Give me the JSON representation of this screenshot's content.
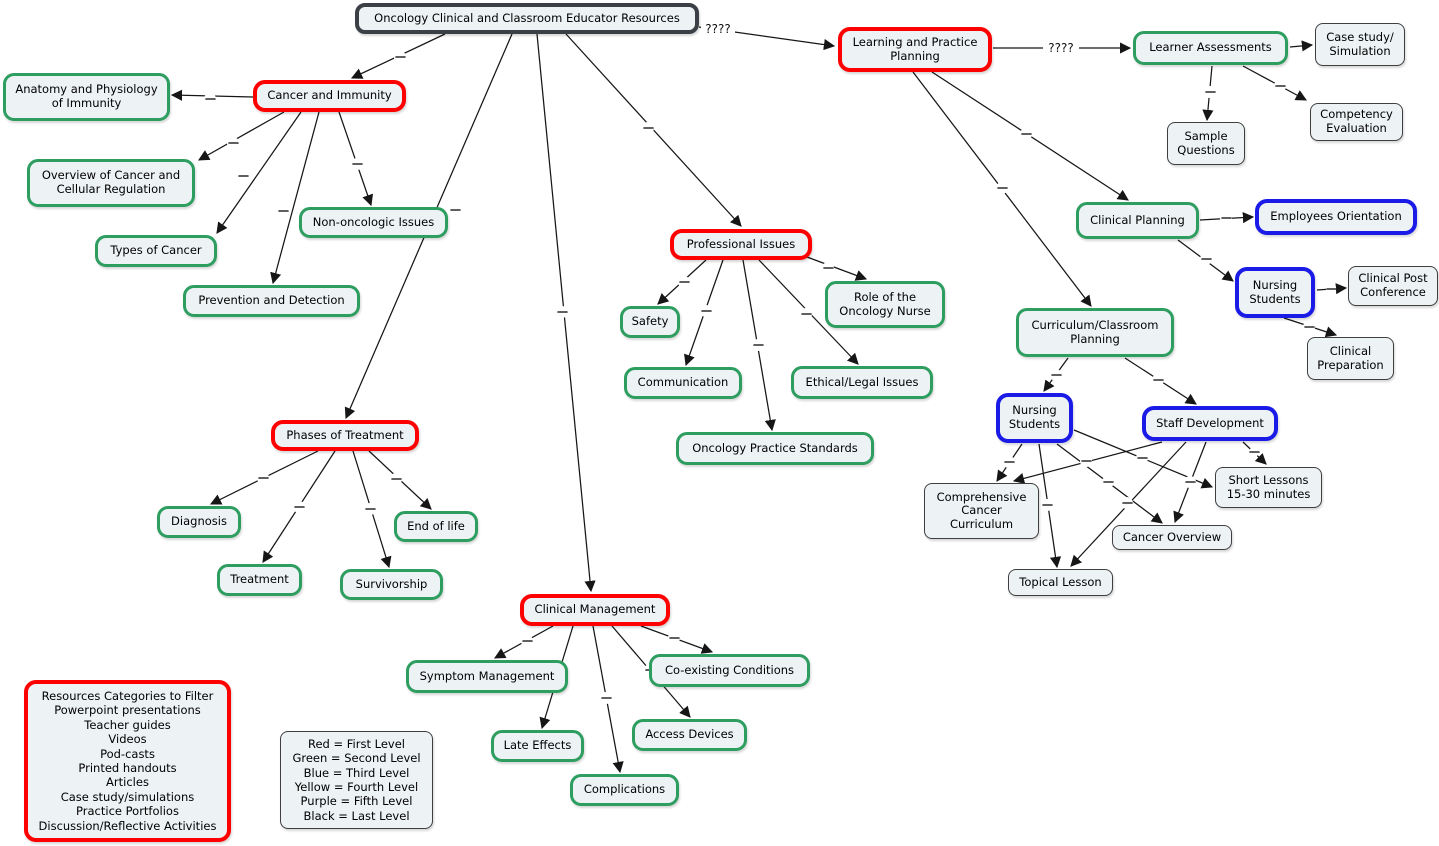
{
  "colors": {
    "node_fill": "#edf2f4",
    "first_level_border": "#ff0000",
    "second_level_border": "#2e9e60",
    "third_level_border": "#1b1be8",
    "root_border": "#3a4045",
    "plain_border": "#3f3f3f",
    "connector_line": "#161616"
  },
  "nodes": {
    "root": {
      "label": "Oncology Clinical and Classroom Educator Resources"
    },
    "learning_practice_planning": {
      "label": "Learning and Practice Planning"
    },
    "cancer_immunity": {
      "label": "Cancer and Immunity"
    },
    "professional_issues": {
      "label": "Professional Issues"
    },
    "phases_of_treatment": {
      "label": "Phases of Treatment"
    },
    "clinical_management": {
      "label": "Clinical Management"
    },
    "anatomy_physiology_immunity": {
      "label": "Anatomy and Physiology of Immunity"
    },
    "overview_cancer_cellular": {
      "label": "Overview of Cancer and Cellular Regulation"
    },
    "types_of_cancer": {
      "label": "Types of Cancer"
    },
    "non_oncologic_issues": {
      "label": "Non-oncologic Issues"
    },
    "prevention_detection": {
      "label": "Prevention and Detection"
    },
    "safety": {
      "label": "Safety"
    },
    "communication": {
      "label": "Communication"
    },
    "role_oncology_nurse": {
      "label": "Role of the Oncology Nurse"
    },
    "ethical_legal_issues": {
      "label": "Ethical/Legal Issues"
    },
    "oncology_practice_standards": {
      "label": "Oncology Practice Standards"
    },
    "learner_assessments": {
      "label": "Learner Assessments"
    },
    "case_study_simulation": {
      "label": "Case study/ Simulation"
    },
    "competency_evaluation": {
      "label": "Competency Evaluation"
    },
    "sample_questions": {
      "label": "Sample Questions"
    },
    "clinical_planning": {
      "label": "Clinical Planning"
    },
    "employees_orientation": {
      "label": "Employees Orientation"
    },
    "nursing_students_clinical": {
      "label": "Nursing Students"
    },
    "clinical_post_conference": {
      "label": "Clinical Post Conference"
    },
    "clinical_preparation": {
      "label": "Clinical Preparation"
    },
    "curriculum_classroom_planning": {
      "label": "Curriculum/Classroom Planning"
    },
    "nursing_students_curriculum": {
      "label": "Nursing Students"
    },
    "staff_development": {
      "label": "Staff Development"
    },
    "comprehensive_cancer_curriculum": {
      "label": "Comprehensive Cancer Curriculum"
    },
    "short_lessons": {
      "label": "Short Lessons 15-30 minutes"
    },
    "cancer_overview": {
      "label": "Cancer Overview"
    },
    "topical_lesson": {
      "label": "Topical Lesson"
    },
    "diagnosis": {
      "label": "Diagnosis"
    },
    "treatment": {
      "label": "Treatment"
    },
    "survivorship": {
      "label": "Survivorship"
    },
    "end_of_life": {
      "label": "End of life"
    },
    "symptom_management": {
      "label": "Symptom Management"
    },
    "late_effects": {
      "label": "Late Effects"
    },
    "complications": {
      "label": "Complications"
    },
    "access_devices": {
      "label": "Access Devices"
    },
    "co_existing_conditions": {
      "label": "Co-existing Conditions"
    }
  },
  "link_labels": {
    "root_to_learning": "????",
    "learning_to_assessments": "????"
  },
  "legend_resources": {
    "lines": [
      "Resources Categories to Filter",
      "Powerpoint presentations",
      "Teacher guides",
      "Videos",
      "Pod-casts",
      "Printed handouts",
      "Articles",
      "Case study/simulations",
      "Practice Portfolios",
      "Discussion/Reflective Activities"
    ]
  },
  "legend_levels": {
    "lines": [
      "Red = First Level",
      "Green = Second Level",
      "Blue = Third Level",
      "Yellow = Fourth Level",
      "Purple = Fifth Level",
      "Black = Last Level"
    ]
  }
}
